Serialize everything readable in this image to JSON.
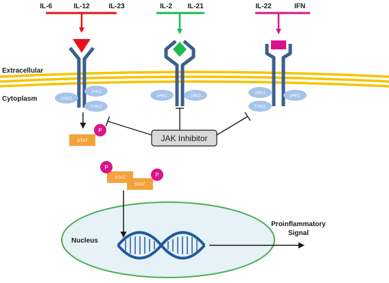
{
  "regions": {
    "extracellular": "Extracellular",
    "cytoplasm": "Cytoplasm",
    "nucleus": "Nucleus"
  },
  "receptors": [
    {
      "ligands": [
        "IL-6",
        "IL-12",
        "IL-23"
      ],
      "ligand_color": "#e8121a",
      "kinases": [
        "JAK2",
        "JAK1",
        "TYK2"
      ]
    },
    {
      "ligands": [
        "IL-2",
        "IL-21"
      ],
      "ligand_color": "#1db954",
      "kinases": [
        "JAK1",
        "JAK3"
      ]
    },
    {
      "ligands": [
        "IL-22",
        "IFN"
      ],
      "ligand_color": "#d9148a",
      "kinases": [
        "JAK2",
        "TYK2",
        "JAK1"
      ]
    }
  ],
  "inhibitor": {
    "label": "JAK Inhibitor"
  },
  "stat": {
    "label": "STAT",
    "phospho_label": "P"
  },
  "output": {
    "line1": "Proinflammatory",
    "line2": "Signal"
  },
  "colors": {
    "membrane": "#f5c400",
    "receptor": "#3d5f8c",
    "kinase": "#a6c4ea",
    "stat": "#f4a23c",
    "phospho": "#d9148a",
    "nucleus_fill": "#e6f1f8",
    "nucleus_border": "#4caf50",
    "dna": "#1f5a9a",
    "inhibitor_fill": "#d9d9d9"
  }
}
